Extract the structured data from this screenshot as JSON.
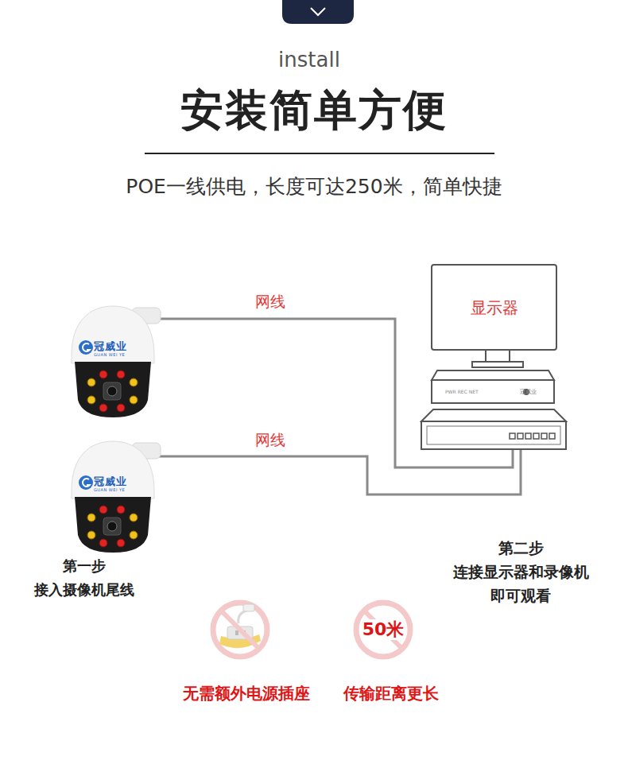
{
  "diagram": {
    "title": "安装简单方便",
    "nodes": [
      {
        "text": [
          "冠威业",
          "GUAN WEI YE"
        ]
      },
      {
        "text": [
          "冠威业",
          "GUAN WEI YE"
        ]
      },
      {
        "text": [
          "显示器"
        ]
      },
      {
        "text": [
          "PWR REC NET",
          "冠威业"
        ]
      },
      {
        "text": [
          "50米"
        ]
      }
    ],
    "labels": [
      "install",
      "POE一线供电，长度可达250米，简单快捷",
      "网线",
      "网线",
      "第一步 接入摄像机尾线",
      "第二步 连接显示器和录像机 即可观看",
      "无需额外电源插座",
      "传输距离更长"
    ]
  }
}
